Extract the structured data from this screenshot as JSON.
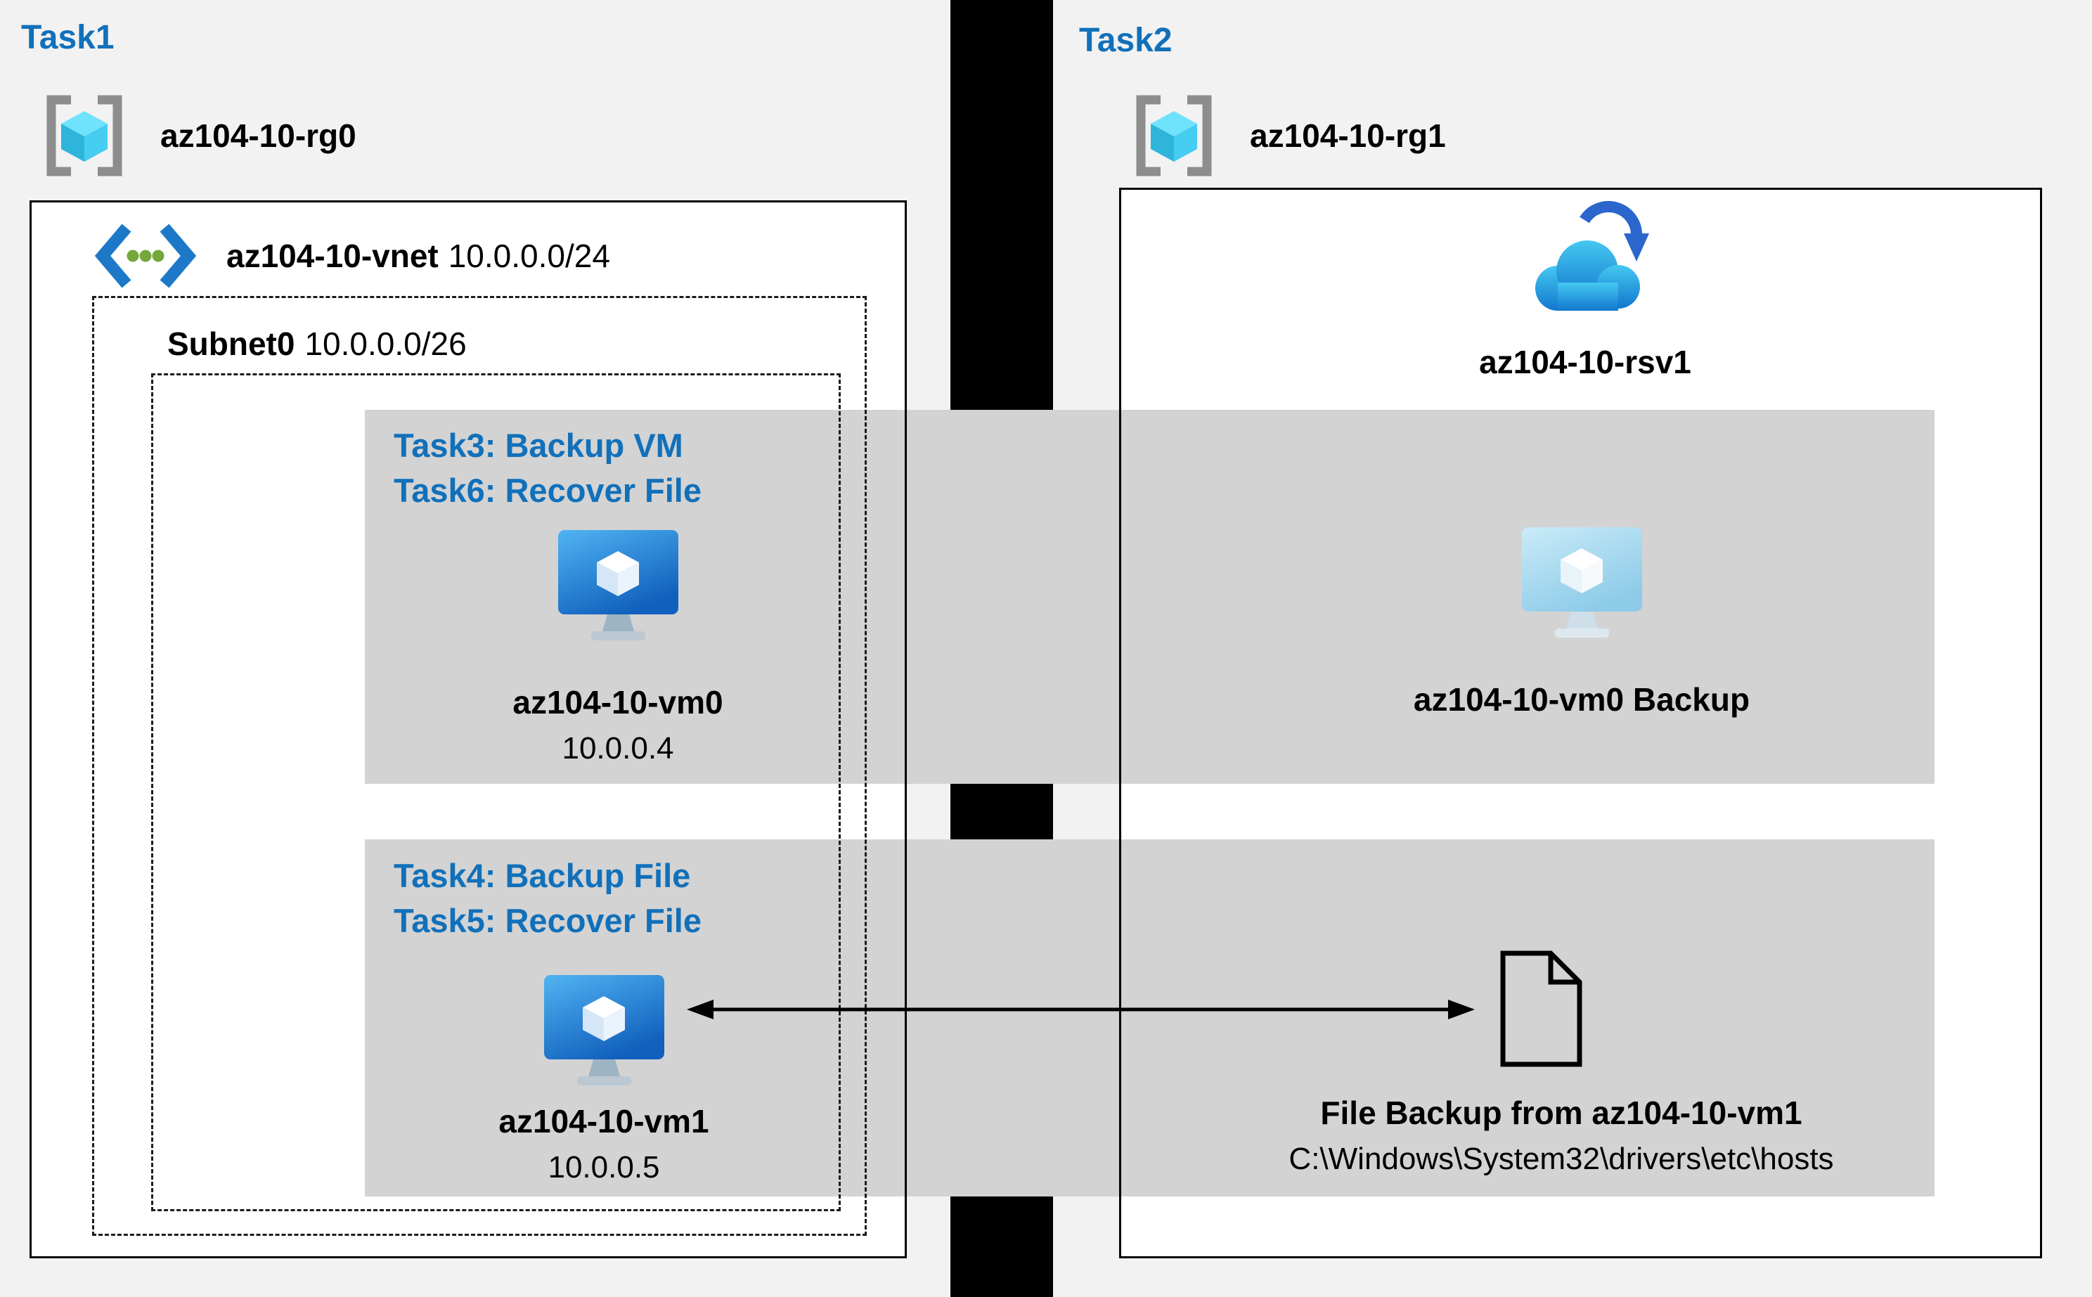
{
  "colors": {
    "accent_blue": "#1170ba",
    "band_gray": "#d3d3d3",
    "background": "#f2f2f2",
    "box_fill": "#ffffff",
    "divider": "#000000"
  },
  "left": {
    "task_label": "Task1",
    "resource_group": "az104-10-rg0",
    "vnet_name": "az104-10-vnet",
    "vnet_cidr": "10.0.0.0/24",
    "subnet_name": "Subnet0",
    "subnet_cidr": "10.0.0.0/26",
    "vm0": {
      "task_line1": "Task3: Backup VM",
      "task_line2": "Task6: Recover File",
      "name": "az104-10-vm0",
      "ip": "10.0.0.4"
    },
    "vm1": {
      "task_line1": "Task4: Backup File",
      "task_line2": "Task5: Recover File",
      "name": "az104-10-vm1",
      "ip": "10.0.0.5"
    }
  },
  "right": {
    "task_label": "Task2",
    "resource_group": "az104-10-rg1",
    "vault_name": "az104-10-rsv1",
    "vm_backup_label": "az104-10-vm0 Backup",
    "file_backup_title": "File Backup from az104-10-vm1",
    "file_backup_path": "C:\\Windows\\System32\\drivers\\etc\\hosts"
  },
  "icons": {
    "resource_group": "resource-group-icon (bracketed cube)",
    "virtual_network": "vnet-icon (chevrons with green dots)",
    "virtual_machine": "vm-icon (blue monitor with cube)",
    "vm_backup": "vm-backup-icon (faded monitor with cube)",
    "recovery_vault": "recovery-vault-icon (cloud with circular arrow)",
    "file": "file-icon (document outline)",
    "link": "double-arrow-icon (two-headed horizontal arrow)"
  }
}
